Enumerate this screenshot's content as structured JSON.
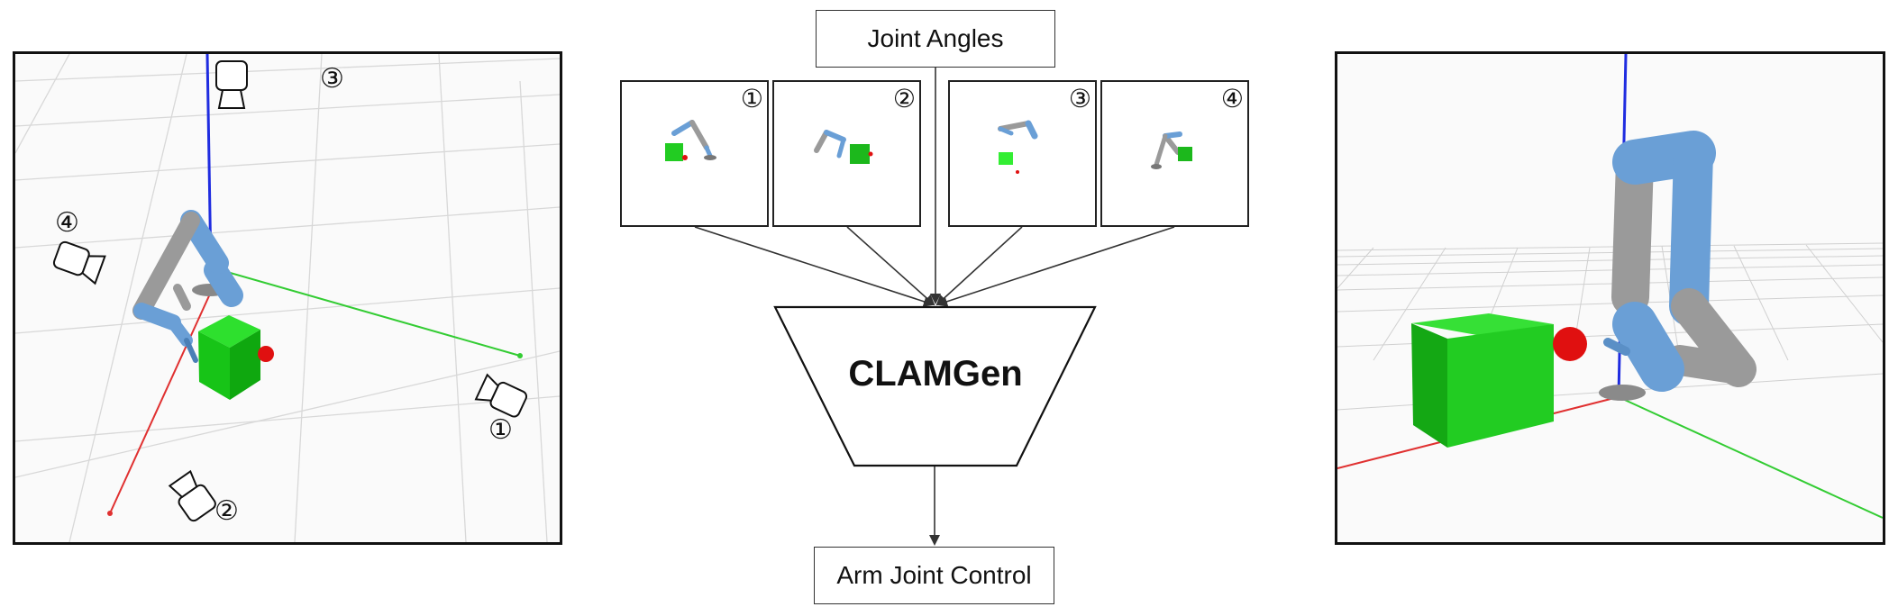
{
  "flow": {
    "input_label": "Joint Angles",
    "model_label": "CLAMGen",
    "output_label": "Arm Joint Control"
  },
  "views": [
    {
      "label": "①"
    },
    {
      "label": "②"
    },
    {
      "label": "③"
    },
    {
      "label": "④"
    }
  ],
  "left_scene": {
    "camera_labels": [
      "①",
      "②",
      "③",
      "④"
    ]
  },
  "colors": {
    "robot_blue": "#6a9fd6",
    "robot_gray": "#9a9a9a",
    "cube_green": "#22dd22",
    "target_red": "#e01010",
    "axis_x": "#e03030",
    "axis_y": "#33cc33",
    "axis_z": "#1f2ce0"
  }
}
